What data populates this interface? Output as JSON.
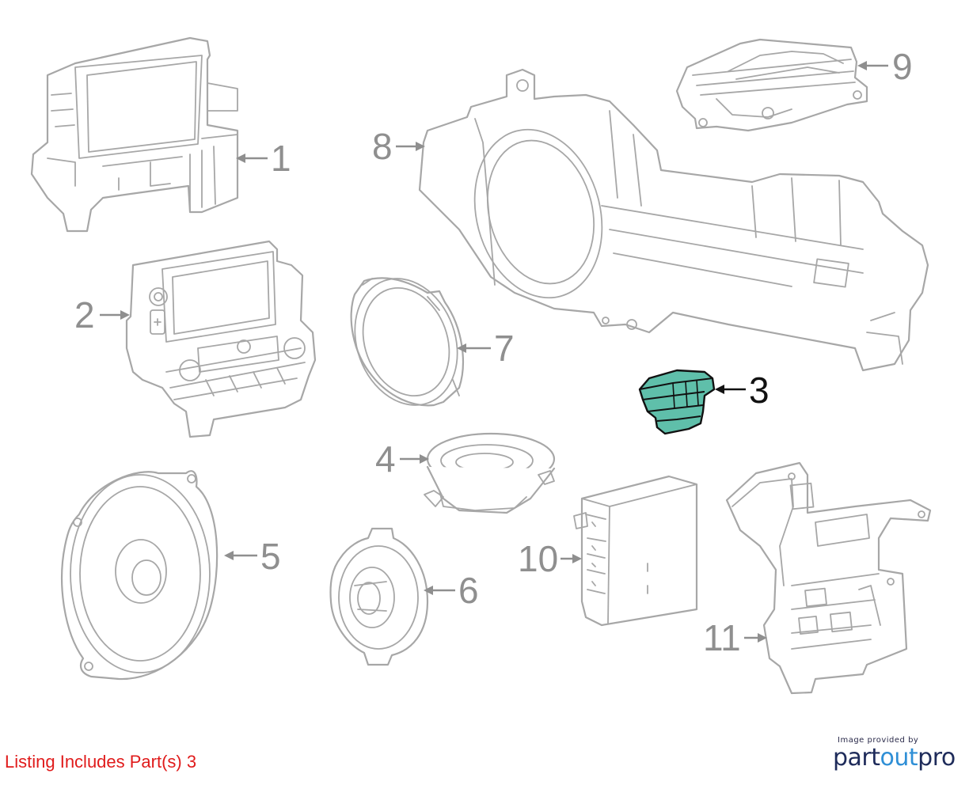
{
  "diagram": {
    "highlight_color": "#5fbfaa",
    "line_color": "#a7a7a7",
    "callouts": [
      {
        "id": "1",
        "label": "1"
      },
      {
        "id": "2",
        "label": "2"
      },
      {
        "id": "3",
        "label": "3",
        "highlighted": true
      },
      {
        "id": "4",
        "label": "4"
      },
      {
        "id": "5",
        "label": "5"
      },
      {
        "id": "6",
        "label": "6"
      },
      {
        "id": "7",
        "label": "7"
      },
      {
        "id": "8",
        "label": "8"
      },
      {
        "id": "9",
        "label": "9"
      },
      {
        "id": "10",
        "label": "10"
      },
      {
        "id": "11",
        "label": "11"
      }
    ]
  },
  "listing": {
    "text": "Listing Includes Part(s) 3",
    "color": "#e01b1b"
  },
  "credit": {
    "caption": "Image provided by",
    "logo_part1": "part",
    "logo_part2": "out",
    "logo_part3": "pro"
  }
}
